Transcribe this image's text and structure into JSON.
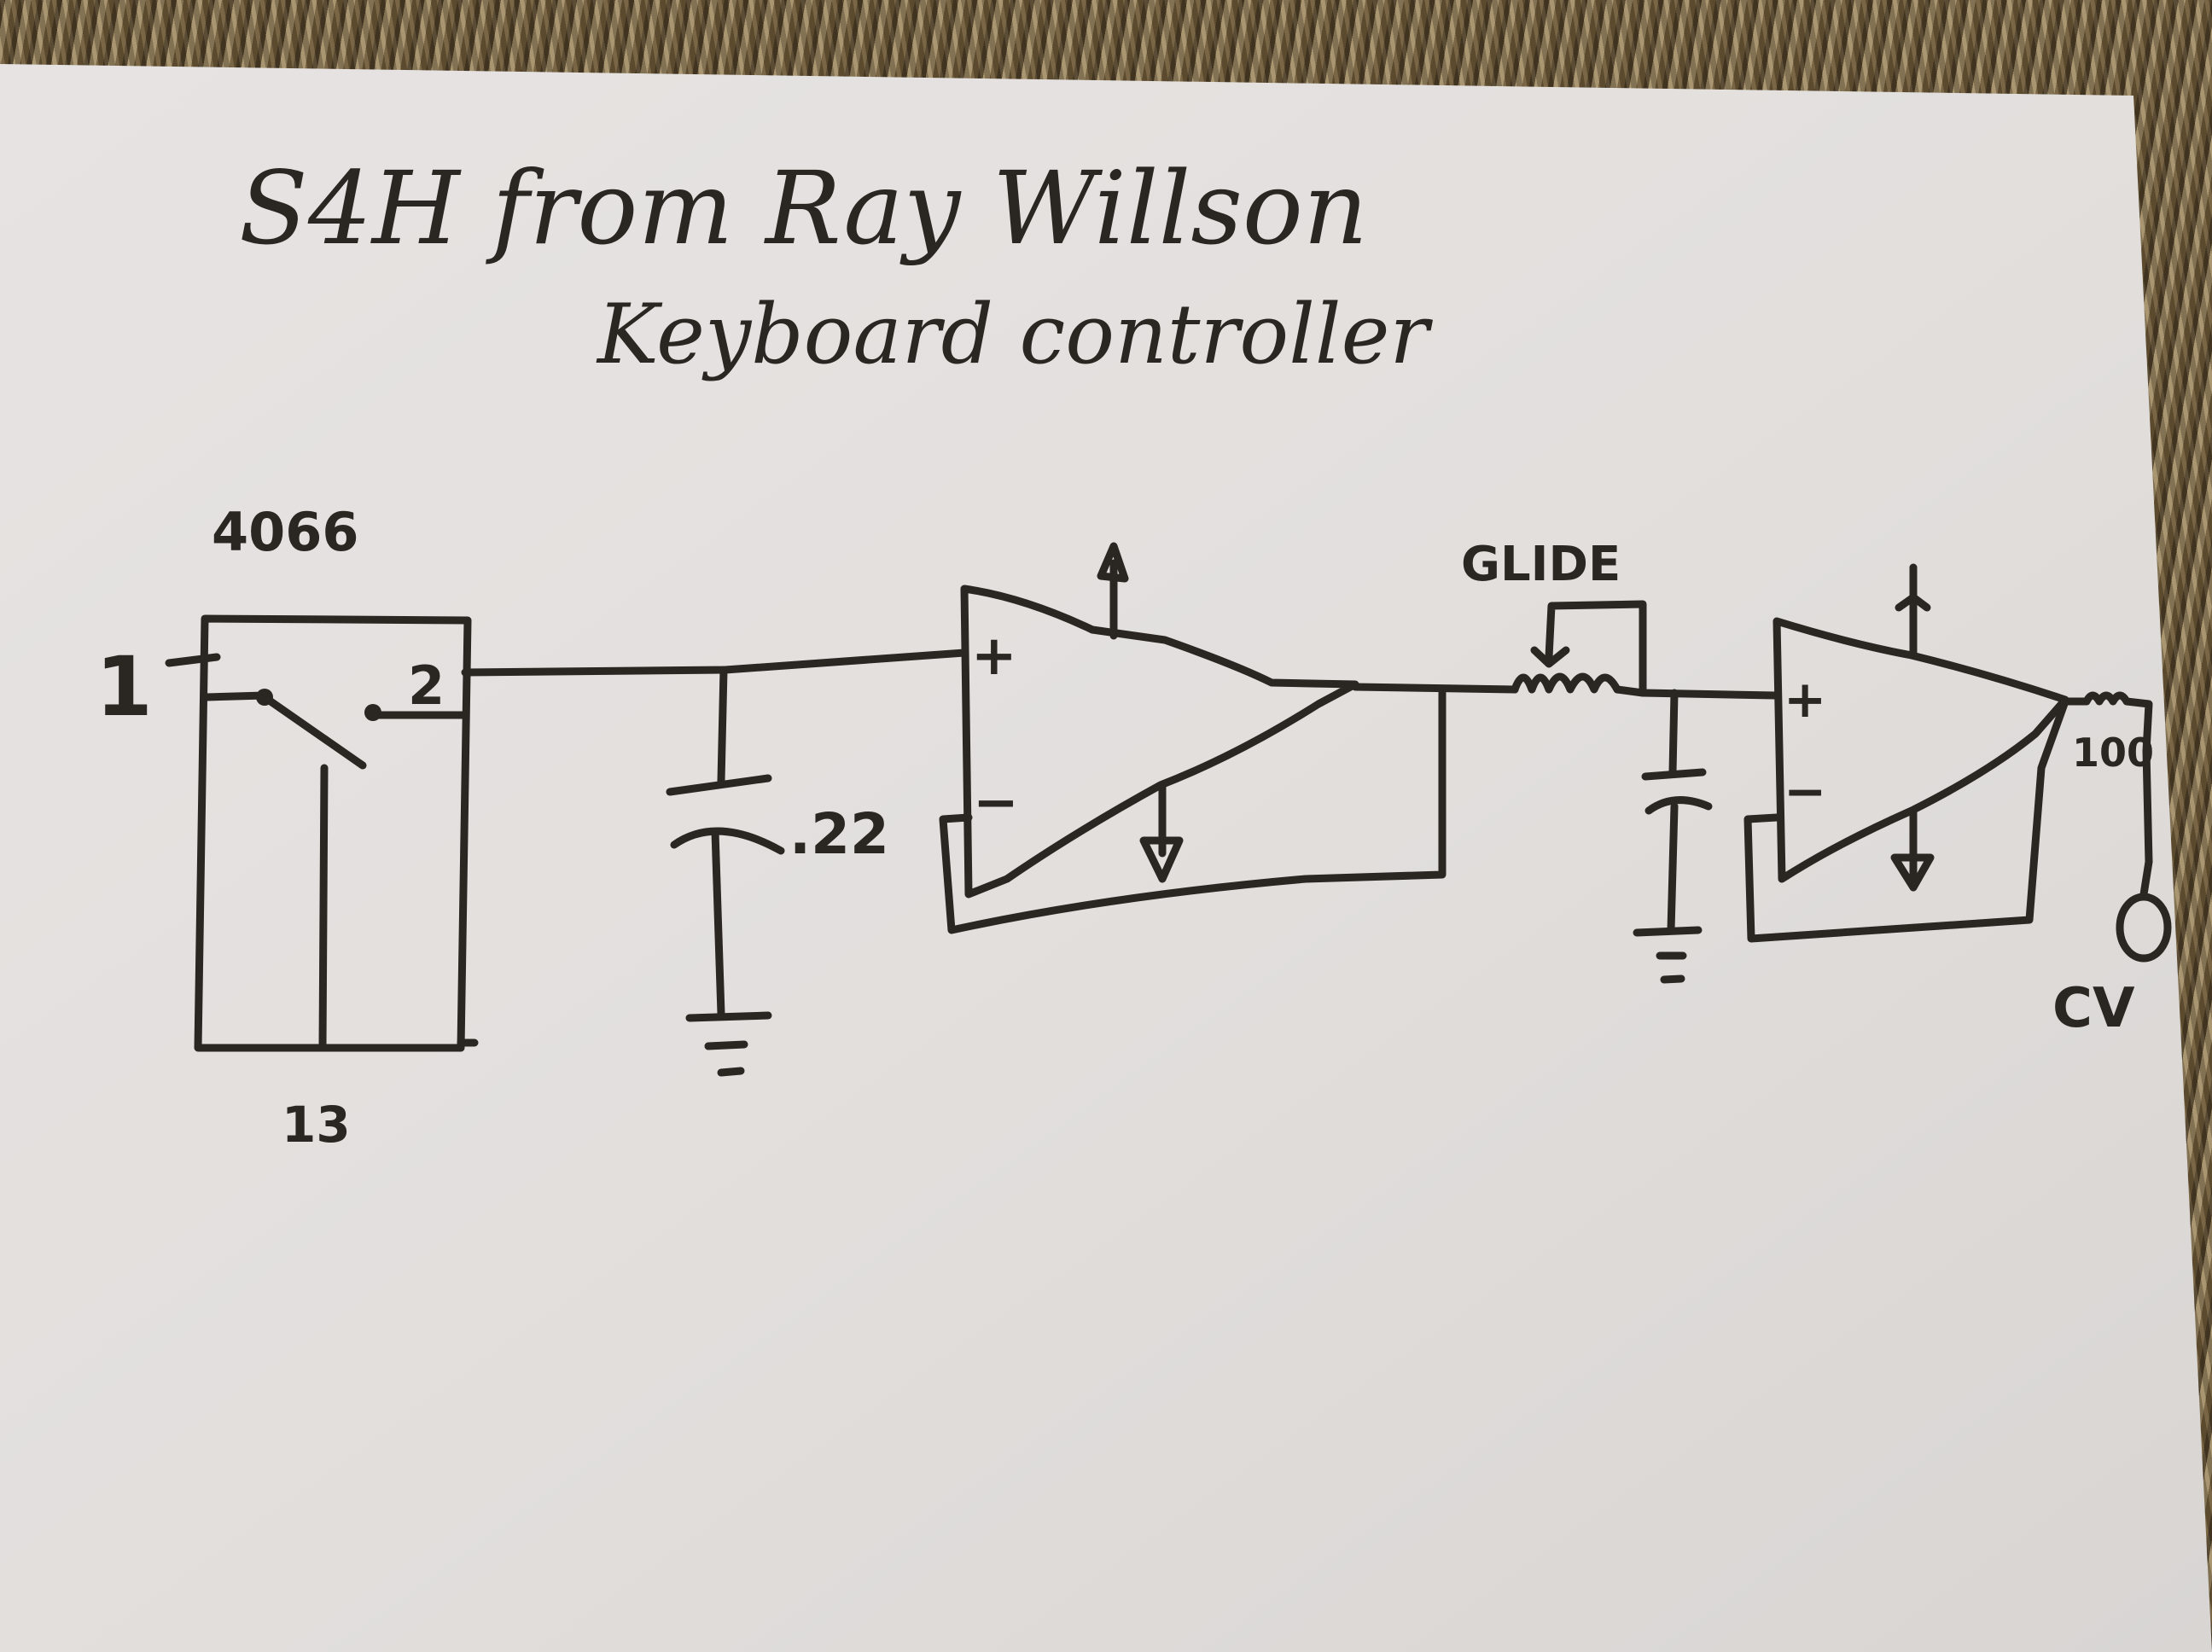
{
  "scene": {
    "description": "Photo of hand-drawn schematic on paper over carpet",
    "colors": {
      "ink": "#2a2622",
      "paper": "#e4e1df",
      "carpet": "#7a6848"
    }
  },
  "title": {
    "line1": "S4H from Ray Willson",
    "line2": "Keyboard controller"
  },
  "switch_ic": {
    "part_label": "4066",
    "input_pin_label": "1",
    "output_pin_label": "2",
    "control_pin_label": "13"
  },
  "hold_capacitor": {
    "value_label": ".22"
  },
  "buffer_opamp_1": {
    "plus_label": "+",
    "minus_label": "−"
  },
  "glide_pot": {
    "label": "GLIDE"
  },
  "buffer_opamp_2": {
    "plus_label": "+",
    "minus_label": "−"
  },
  "output_resistor": {
    "value_label": "100"
  },
  "output_jack": {
    "label": "CV"
  }
}
